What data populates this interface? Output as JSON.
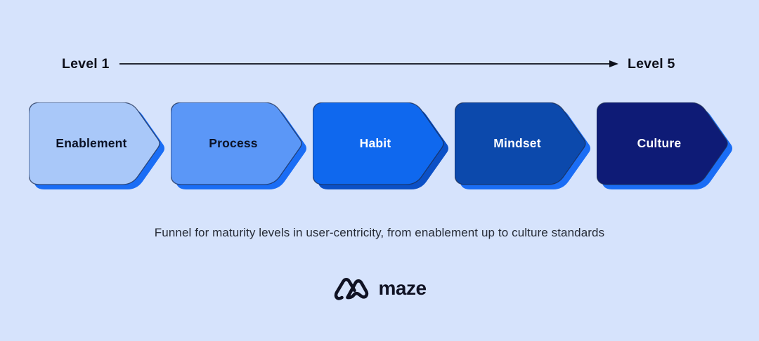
{
  "header": {
    "left_label": "Level 1",
    "right_label": "Level 5"
  },
  "stages": [
    {
      "label": "Enablement",
      "fill": "#A9C8F9",
      "shadow": "#1A6DF5",
      "text_color": "#0B1226"
    },
    {
      "label": "Process",
      "fill": "#5B97F7",
      "shadow": "#1A6DF5",
      "text_color": "#0B1226"
    },
    {
      "label": "Habit",
      "fill": "#0F68EE",
      "shadow": "#0B50C6",
      "text_color": "#FFFFFF"
    },
    {
      "label": "Mindset",
      "fill": "#0C49AC",
      "shadow": "#1A6DF5",
      "text_color": "#FFFFFF"
    },
    {
      "label": "Culture",
      "fill": "#0E1B76",
      "shadow": "#1A6DF5",
      "text_color": "#FFFFFF"
    }
  ],
  "caption": "Funnel for maturity levels in user-centricity, from enablement up to culture standards",
  "logo": {
    "brand": "maze"
  },
  "colors": {
    "background": "#D6E3FC",
    "axis_text": "#0D0F1A",
    "arrow": "#0D0F1A",
    "caption_text": "#262B36",
    "logo_color": "#101223",
    "shape_outline": "#1B2C52"
  }
}
